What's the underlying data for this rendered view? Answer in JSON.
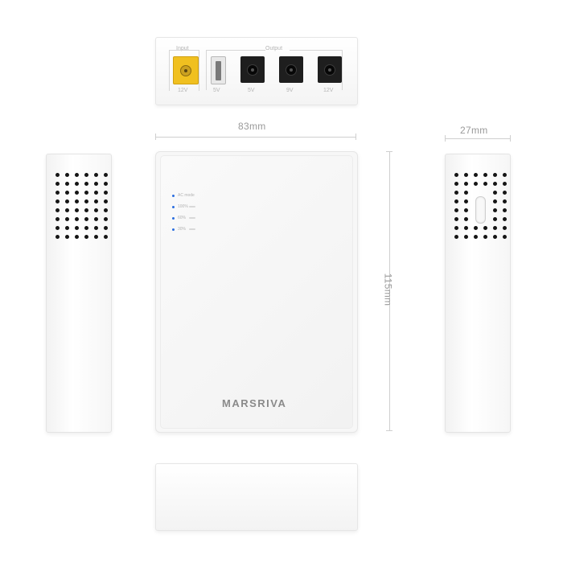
{
  "ports": {
    "input_label": "Input",
    "output_label": "Output",
    "voltages": [
      "12V",
      "5V",
      "5V",
      "9V",
      "12V"
    ]
  },
  "dimensions": {
    "width": "83mm",
    "height": "115mm",
    "depth": "27mm"
  },
  "indicators": [
    {
      "label": "AC mode"
    },
    {
      "label": "100%"
    },
    {
      "label": "60%"
    },
    {
      "label": "30%"
    }
  ],
  "brand": "MARSRIVA",
  "colors": {
    "input_port": "#f0c020",
    "led": "#2b6ee0",
    "dc_port": "#1e1e1e",
    "vent_hole": "#151515"
  },
  "icons": {
    "input": "dc-barrel-jack-icon",
    "usb": "usb-a-port-icon",
    "dc_output": "dc-barrel-jack-icon",
    "power_button": "pill-button-icon"
  }
}
